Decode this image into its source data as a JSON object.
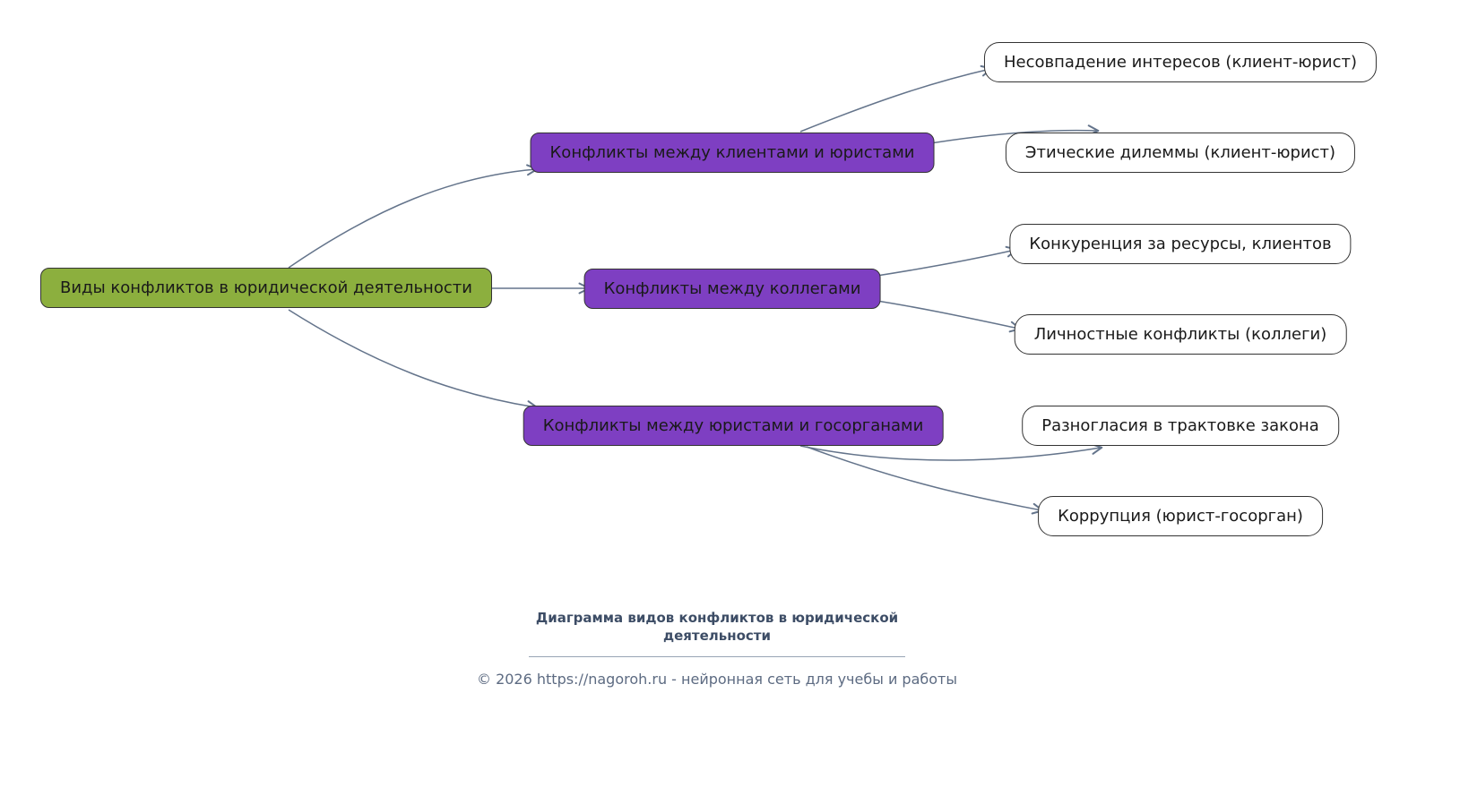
{
  "diagram": {
    "root": {
      "label": "Виды конфликтов в юридической деятельности"
    },
    "branches": [
      {
        "label": "Конфликты между клиентами и юристами",
        "children": [
          "Несовпадение интересов (клиент-юрист)",
          "Этические дилеммы (клиент-юрист)"
        ]
      },
      {
        "label": "Конфликты между коллегами",
        "children": [
          "Конкуренция за ресурсы, клиентов",
          "Личностные конфликты (коллеги)"
        ]
      },
      {
        "label": "Конфликты между юристами и госорганами",
        "children": [
          "Разногласия в трактовке закона",
          "Коррупция (юрист-госорган)"
        ]
      }
    ]
  },
  "footer": {
    "title": "Диаграмма видов конфликтов в юридической деятельности",
    "copyright": "© 2026 https://nagoroh.ru - нейронная сеть для учебы и работы"
  },
  "colors": {
    "root_fill": "#8caf3e",
    "branch_fill": "#7e3fc2",
    "leaf_fill": "#ffffff",
    "edge": "#64748b",
    "node_border": "#333333"
  }
}
